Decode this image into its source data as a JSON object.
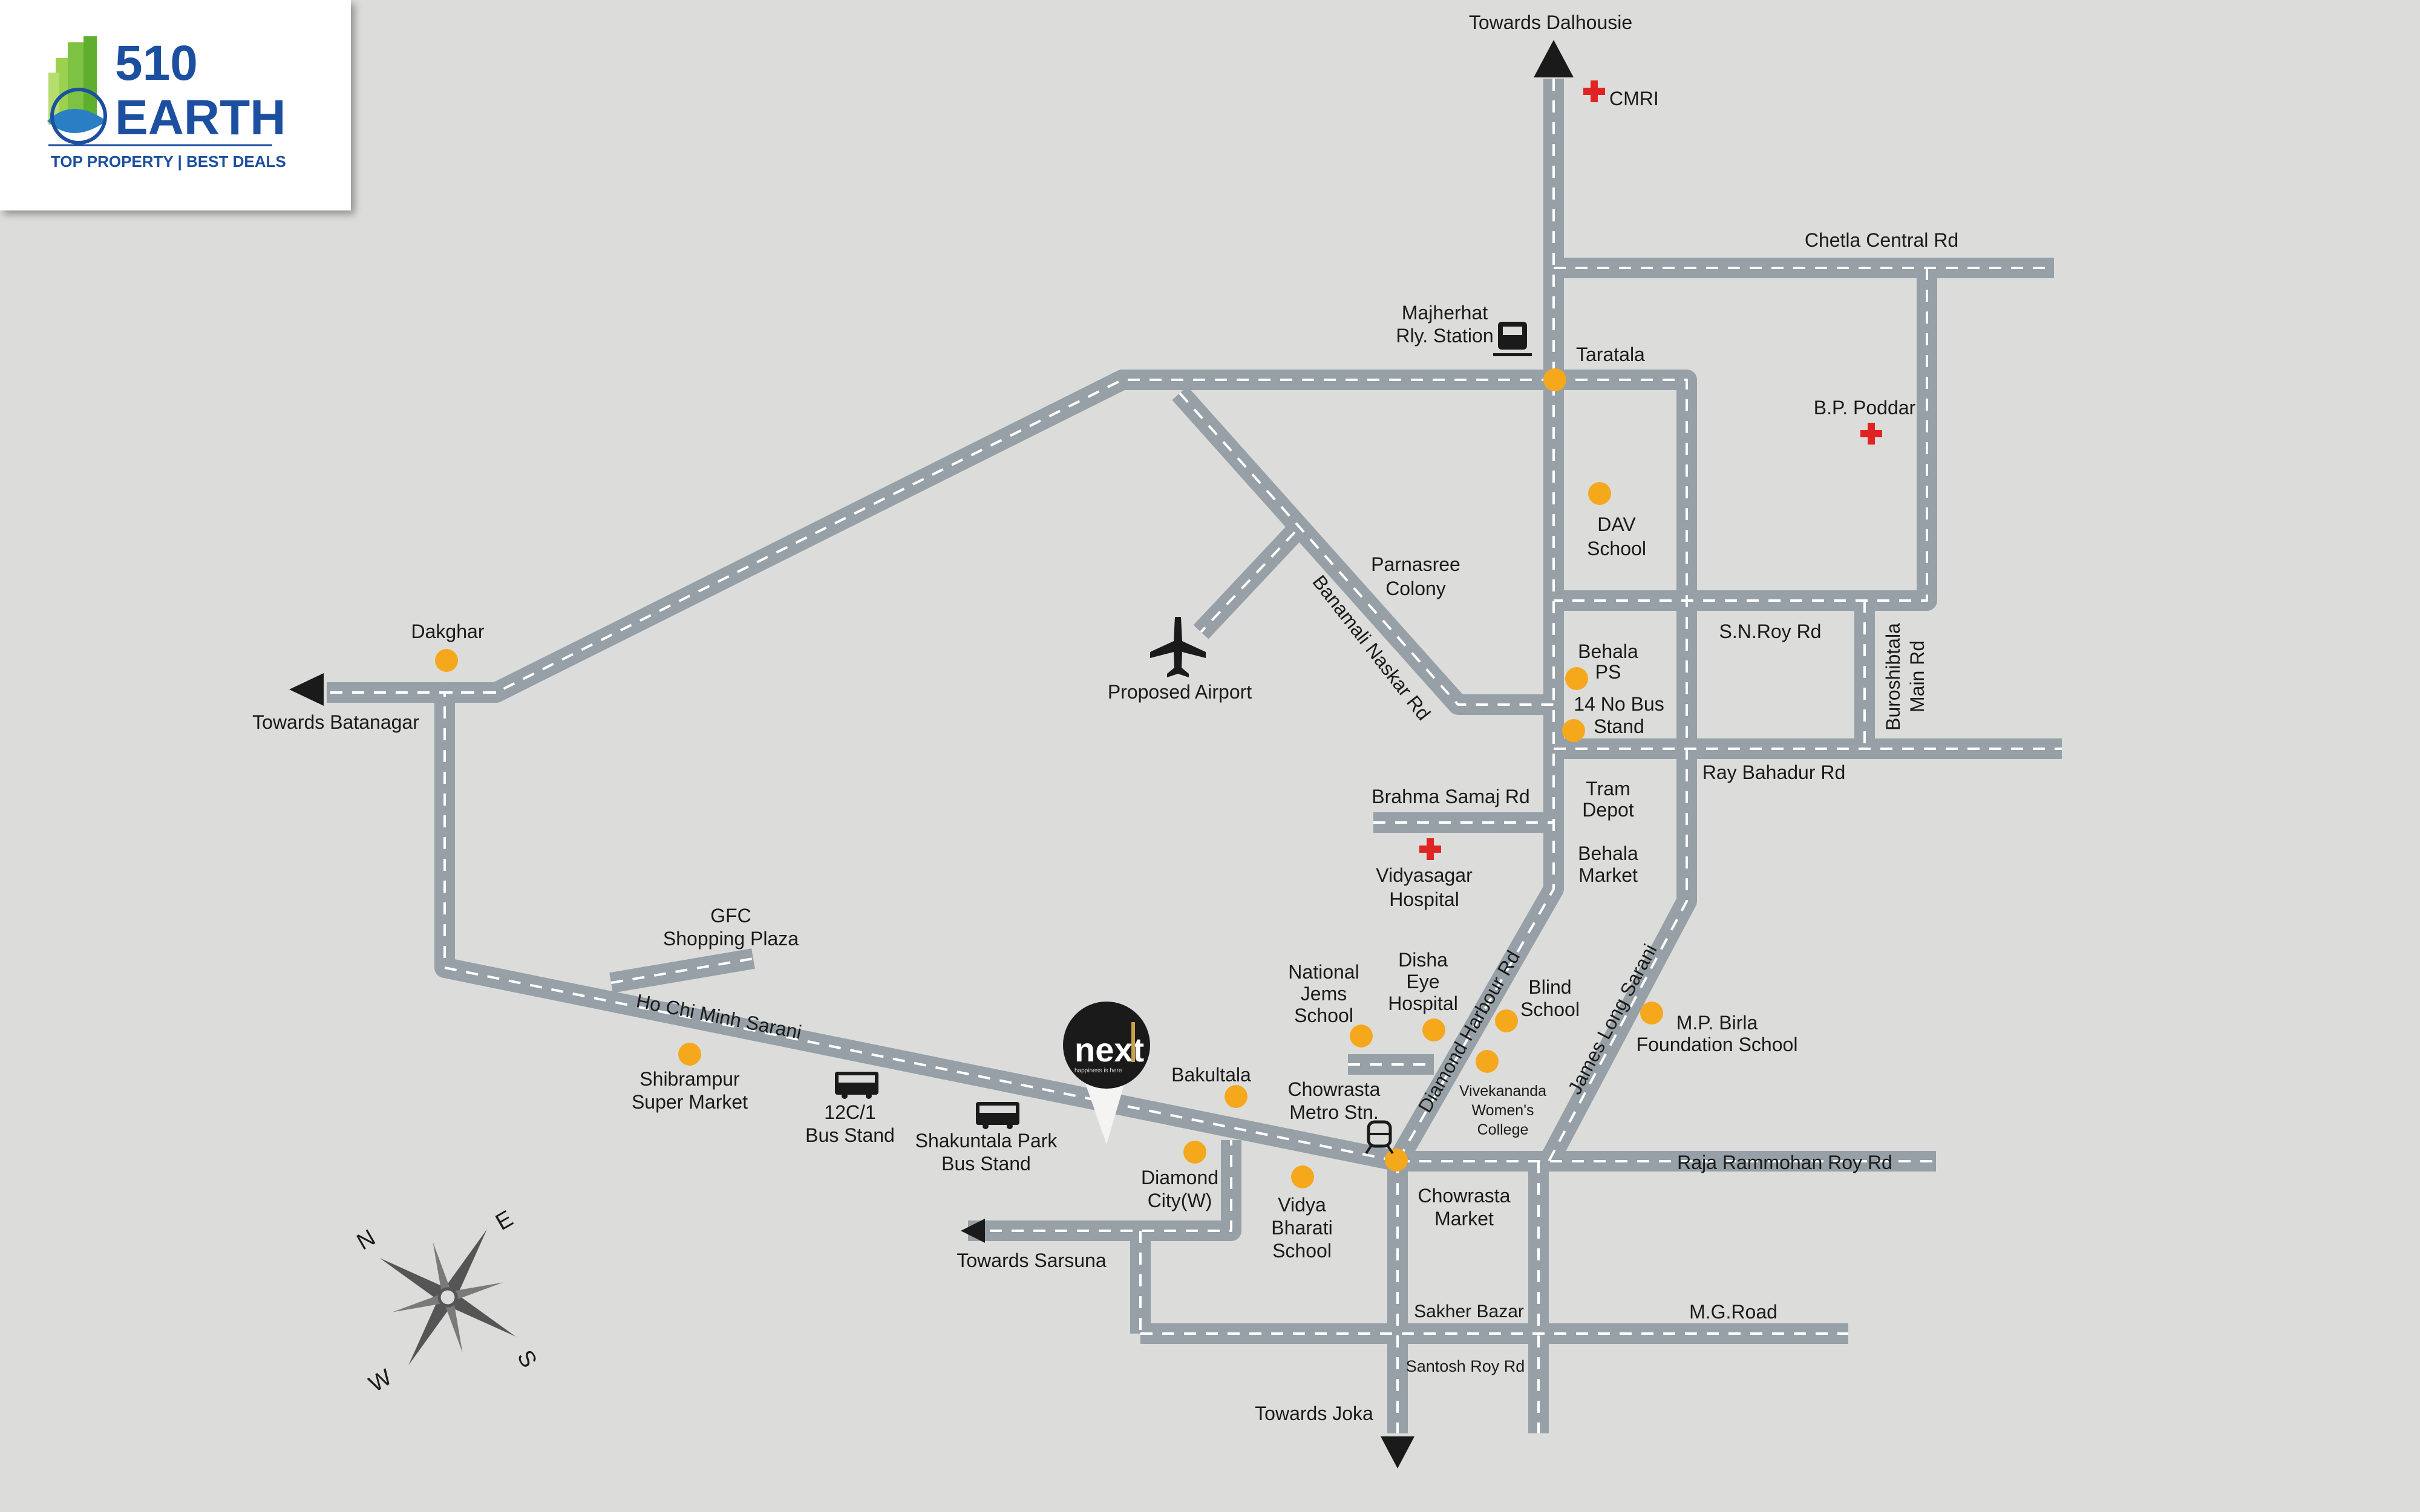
{
  "logo": {
    "line1": "510",
    "line2": "EARTH",
    "tagline": "TOP PROPERTY | BEST DEALS"
  },
  "directions": {
    "north": "Towards Dalhousie",
    "west": "Towards Batanagar",
    "southwest": "Towards Sarsuna",
    "south": "Towards Joka"
  },
  "roads": {
    "chetla": "Chetla Central Rd",
    "banamali": "Banamali Naskar Rd",
    "snroy": "S.N.Roy Rd",
    "buroshibtala_1": "Buroshibtala",
    "buroshibtala_2": "Main Rd",
    "raybahadur": "Ray Bahadur Rd",
    "brahmasamaj": "Brahma Samaj Rd",
    "hochiminh": "Ho Chi Minh Sarani",
    "diamondharbour": "Diamond Harbour Rd",
    "jameslong": "James Long Sarani",
    "rajarammohan": "Raja Rammohan Roy Rd",
    "mgroad": "M.G.Road",
    "sakher": "Sakher Bazar",
    "santosh": "Santosh Roy Rd"
  },
  "places": {
    "cmri": "CMRI",
    "majherhat_1": "Majherhat",
    "majherhat_2": "Rly. Station",
    "taratala": "Taratala",
    "bppoddar": "B.P. Poddar",
    "dav_1": "DAV",
    "dav_2": "School",
    "parnasree_1": "Parnasree",
    "parnasree_2": "Colony",
    "airport": "Proposed Airport",
    "dakghar": "Dakghar",
    "behalaps_1": "Behala",
    "behalaps_2": "PS",
    "busstand14_1": "14 No Bus",
    "busstand14_2": "Stand",
    "tram_1": "Tram",
    "tram_2": "Depot",
    "vidyasagar_1": "Vidyasagar",
    "vidyasagar_2": "Hospital",
    "behalamkt_1": "Behala",
    "behalamkt_2": "Market",
    "gfc_1": "GFC",
    "gfc_2": "Shopping Plaza",
    "national_1": "National",
    "national_2": "Jems",
    "national_3": "School",
    "disha_1": "Disha",
    "disha_2": "Eye",
    "disha_3": "Hospital",
    "blind_1": "Blind",
    "blind_2": "School",
    "mpbirla_1": "M.P. Birla",
    "mpbirla_2": "Foundation School",
    "vivek_1": "Vivekananda",
    "vivek_2": "Women's",
    "vivek_3": "College",
    "shibrampur_1": "Shibrampur",
    "shibrampur_2": "Super Market",
    "bus12c_1": "12C/1",
    "bus12c_2": "Bus Stand",
    "shakuntala_1": "Shakuntala Park",
    "shakuntala_2": "Bus Stand",
    "bakultala": "Bakultala",
    "chowrastametro_1": "Chowrasta",
    "chowrastametro_2": "Metro Stn.",
    "diamondcity_1": "Diamond",
    "diamondcity_2": "City(W)",
    "vidyabharati_1": "Vidya",
    "vidyabharati_2": "Bharati",
    "vidyabharati_3": "School",
    "chowrastamkt_1": "Chowrasta",
    "chowrastamkt_2": "Market"
  },
  "project": {
    "brand": "next",
    "tagline": "happiness is here"
  },
  "compass": {
    "n": "N",
    "e": "E",
    "s": "S",
    "w": "W"
  },
  "colors": {
    "background": "#dcdddb",
    "road": "#96a0a6",
    "road_dash": "#ffffff",
    "poi": "#f5a81c",
    "hospital": "#e02424",
    "logo_blue": "#1d4fa0",
    "logo_green": "#7dc242"
  }
}
